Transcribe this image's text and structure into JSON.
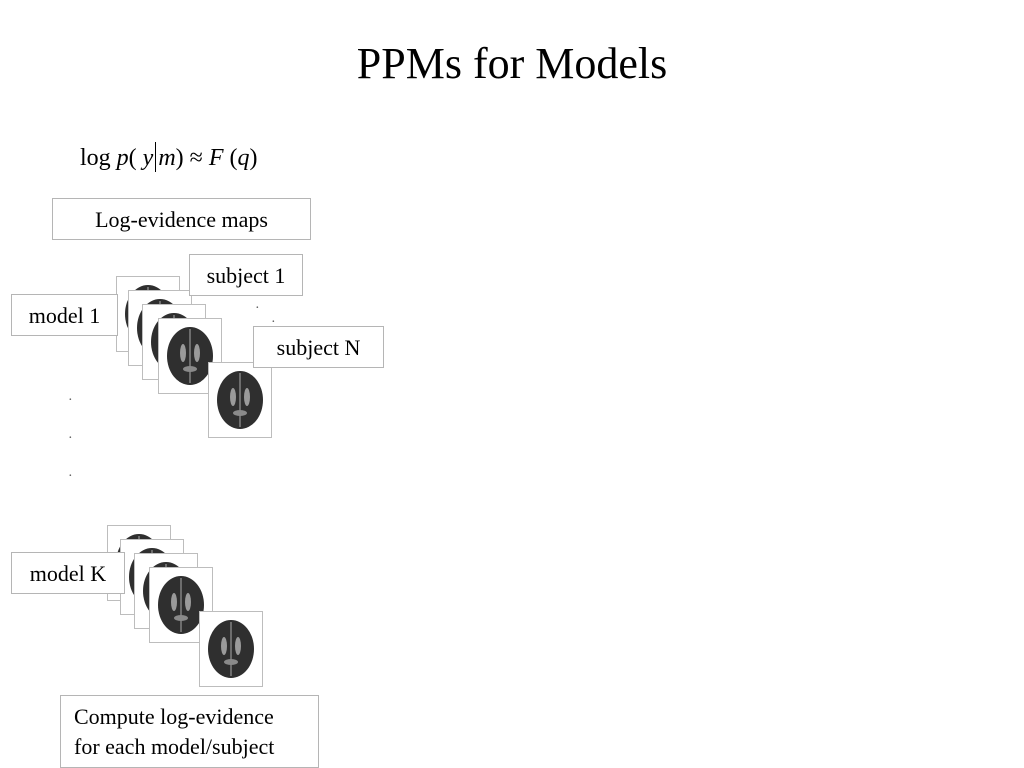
{
  "slide": {
    "title": "PPMs for Models",
    "formula": {
      "log": "log",
      "p": "p",
      "open": "(",
      "y": "y",
      "m": "m",
      "close": ")",
      "approx": "≈",
      "F": "F",
      "q_open": "(",
      "q": "q",
      "q_close": ")"
    },
    "labels": {
      "log_evidence_maps": "Log-evidence maps",
      "subject_1": "subject 1",
      "subject_n": "subject N",
      "model_1": "model 1",
      "model_k": "model K",
      "compute_line1": "Compute log-evidence",
      "compute_line2": "for each model/subject"
    },
    "icons": {
      "brain_map": "brain-map-icon",
      "ellipsis": "vertical-ellipsis"
    },
    "colors": {
      "brain_fill": "#2f2f2f",
      "box_border": "#b5b5b5"
    }
  }
}
